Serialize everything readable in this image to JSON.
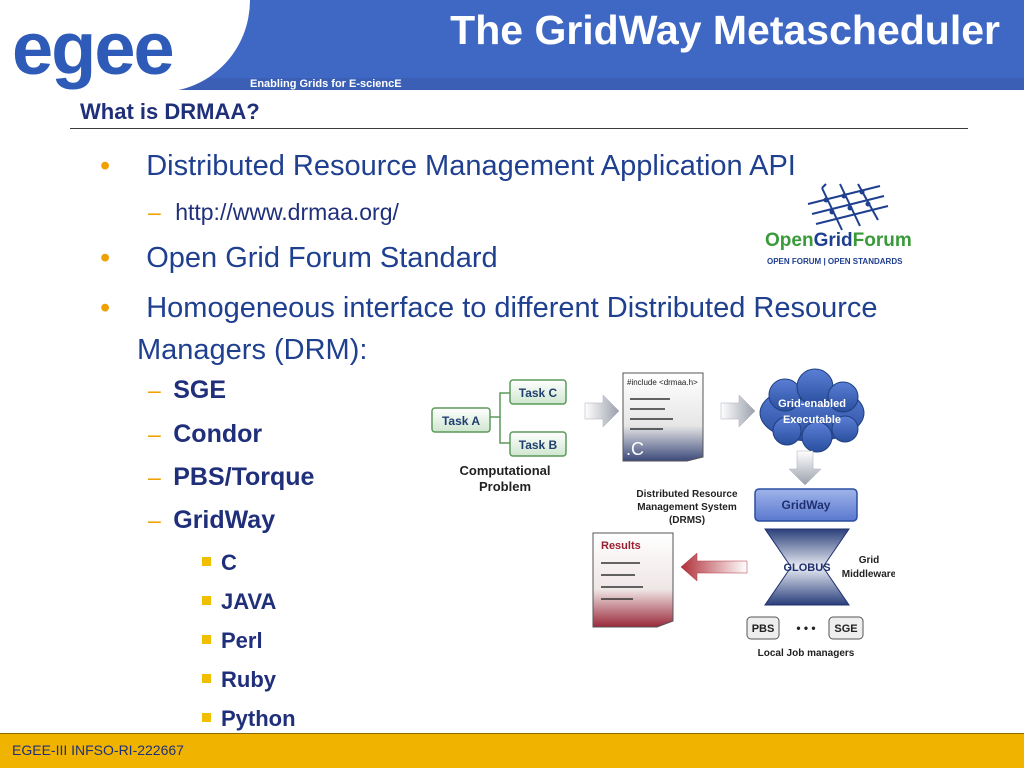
{
  "header": {
    "logo_text": "egee",
    "title": "The GridWay Metascheduler",
    "tagline": "Enabling Grids for E-sciencE"
  },
  "section_title": "What is DRMAA?",
  "bullets": {
    "b1": "Distributed Resource Management Application API",
    "b1_link": "http://www.drmaa.org/",
    "b2": "Open Grid Forum Standard",
    "b3_line1": "Homogeneous interface to different Distributed Resource",
    "b3_line2": "Managers (DRM):",
    "drms": [
      "SGE",
      "Condor",
      "PBS/Torque",
      "GridWay"
    ],
    "languages": [
      "C",
      "JAVA",
      "Perl",
      "Ruby",
      "Python"
    ]
  },
  "ogf_logo": {
    "name_part1": "Open",
    "name_part2": "Grid",
    "name_part3": "Forum",
    "subtitle": "OPEN FORUM | OPEN STANDARDS"
  },
  "diagram": {
    "task_a": "Task A",
    "task_b": "Task B",
    "task_c": "Task C",
    "comp_problem_1": "Computational",
    "comp_problem_2": "Problem",
    "code_include": "#include <drmaa.h>",
    "code_ext": ".C",
    "cloud_1": "Grid-enabled",
    "cloud_2": "Executable",
    "drms_1": "Distributed Resource",
    "drms_2": "Management System",
    "drms_3": "(DRMS)",
    "gridway": "GridWay",
    "globus": "GLOBUS",
    "mw_1": "Grid",
    "mw_2": "Middleware",
    "results": "Results",
    "pbs": "PBS",
    "dots": "• • •",
    "sge": "SGE",
    "local_jm": "Local Job managers"
  },
  "footer": {
    "text": "EGEE-III INFSO-RI-222667"
  },
  "colors": {
    "header_blue": "#3f67c4",
    "footer_yellow": "#f0b400",
    "bullet_orange": "#f0a000",
    "text_navy": "#1f2f7a"
  }
}
